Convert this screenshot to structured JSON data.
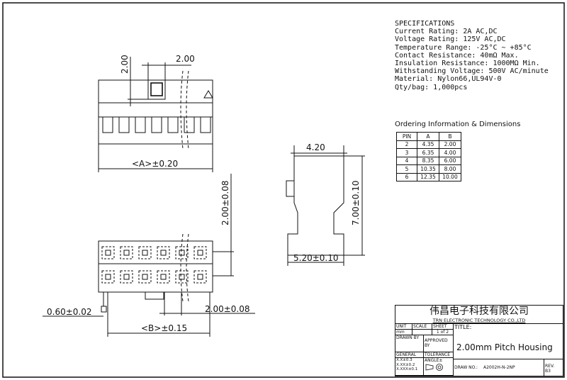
{
  "specifications": {
    "heading": "SPECIFICATIONS",
    "lines": [
      "Current Rating: 2A AC,DC",
      "Voltage Rating: 125V AC,DC",
      "Temperature Range: -25°C ~ +85°C",
      "Contact Resistance: 40mΩ Max.",
      "Insulation Resistance: 1000MΩ Min.",
      "Withstanding Voltage: 500V AC/minute",
      "Material: Nylon66,UL94V-0",
      "Qty/bag: 1,000pcs"
    ]
  },
  "ordering": {
    "title": "Ordering Information & Dimensions",
    "headers": [
      "PIN",
      "A",
      "B"
    ],
    "rows": [
      [
        "2",
        "4.35",
        "2.00"
      ],
      [
        "3",
        "6.35",
        "4.00"
      ],
      [
        "4",
        "8.35",
        "6.00"
      ],
      [
        "5",
        "10.35",
        "8.00"
      ],
      [
        "6",
        "12.35",
        "10.00"
      ]
    ]
  },
  "dimensions": {
    "top_pitch": "2.00",
    "top_height": "2.00",
    "dim_a": "<A>±0.20",
    "side_width": "4.20",
    "side_height": "7.00±0.10",
    "side_base": "5.20±0.10",
    "row_pitch": "2.00±0.08",
    "pin_size": "0.60±0.02",
    "col_pitch": "2.00±0.08",
    "dim_b": "<B>±0.15"
  },
  "title_block": {
    "company_cn": "伟昌电子科技有限公司",
    "company_en": "TRN ELECTRONIC TECHNOLOGY CO.,LTD",
    "unit_label": "UNIT",
    "scale_label": "SCALE",
    "sheet_label": "SHEET",
    "title_label": "TITLE:",
    "unit_value": "mm",
    "sheet_value": "1 of 2",
    "drawn_by": "DRAWN BY",
    "approved_by": "APPROVED BY",
    "title_value": "2.00mm Pitch Housing",
    "general": "GENERAL",
    "tolerance": "TOLERANCE",
    "angle": "ANGLE±",
    "tol_1": "X.X±0.3",
    "tol_2": "X.XX±0.2",
    "tol_3": "X.XXX±0.1",
    "draw_no_label": "DRAW NO.:",
    "draw_no": "A2002H-N-2NP",
    "rev_label": "REV.",
    "rev_value": "B3"
  }
}
